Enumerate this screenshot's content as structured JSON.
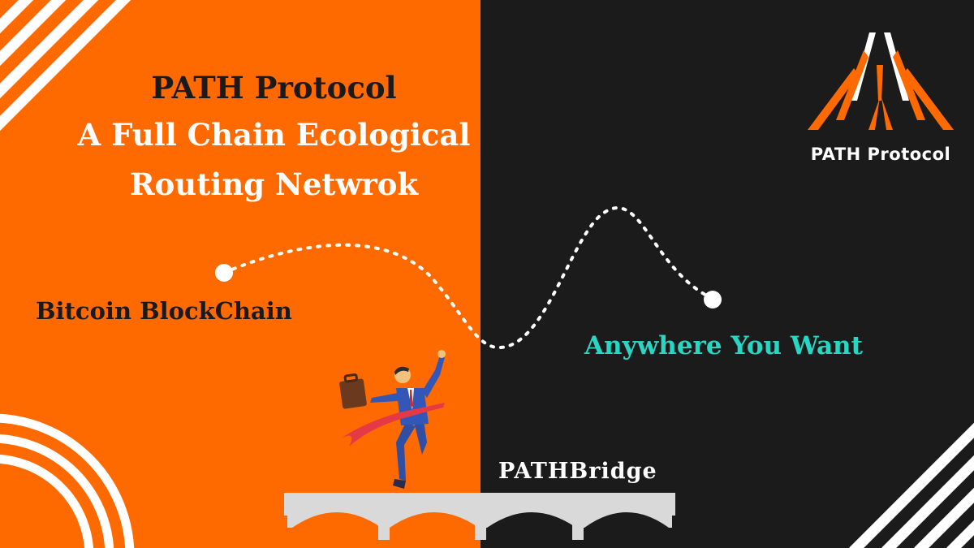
{
  "title": {
    "line1": "PATH Protocol",
    "line2": "A Full Chain Ecological",
    "line3": "Routing Netwrok"
  },
  "logo": {
    "icon": "path-protocol-arch-logo-icon",
    "text": "PATH Protocol"
  },
  "route": {
    "origin_label": "Bitcoin BlockChain",
    "destination_label": "Anywhere You Want"
  },
  "bridge": {
    "label": "PATHBridge"
  },
  "illustration": {
    "icon": "businessman-crossing-finish-line-icon"
  },
  "colors": {
    "left_background": "#ff6a00",
    "right_background": "#1c1b1b",
    "accent_teal": "#27d6c3",
    "title_dark": "#1a1a1a",
    "bridge_gray": "#d9d9d9"
  }
}
